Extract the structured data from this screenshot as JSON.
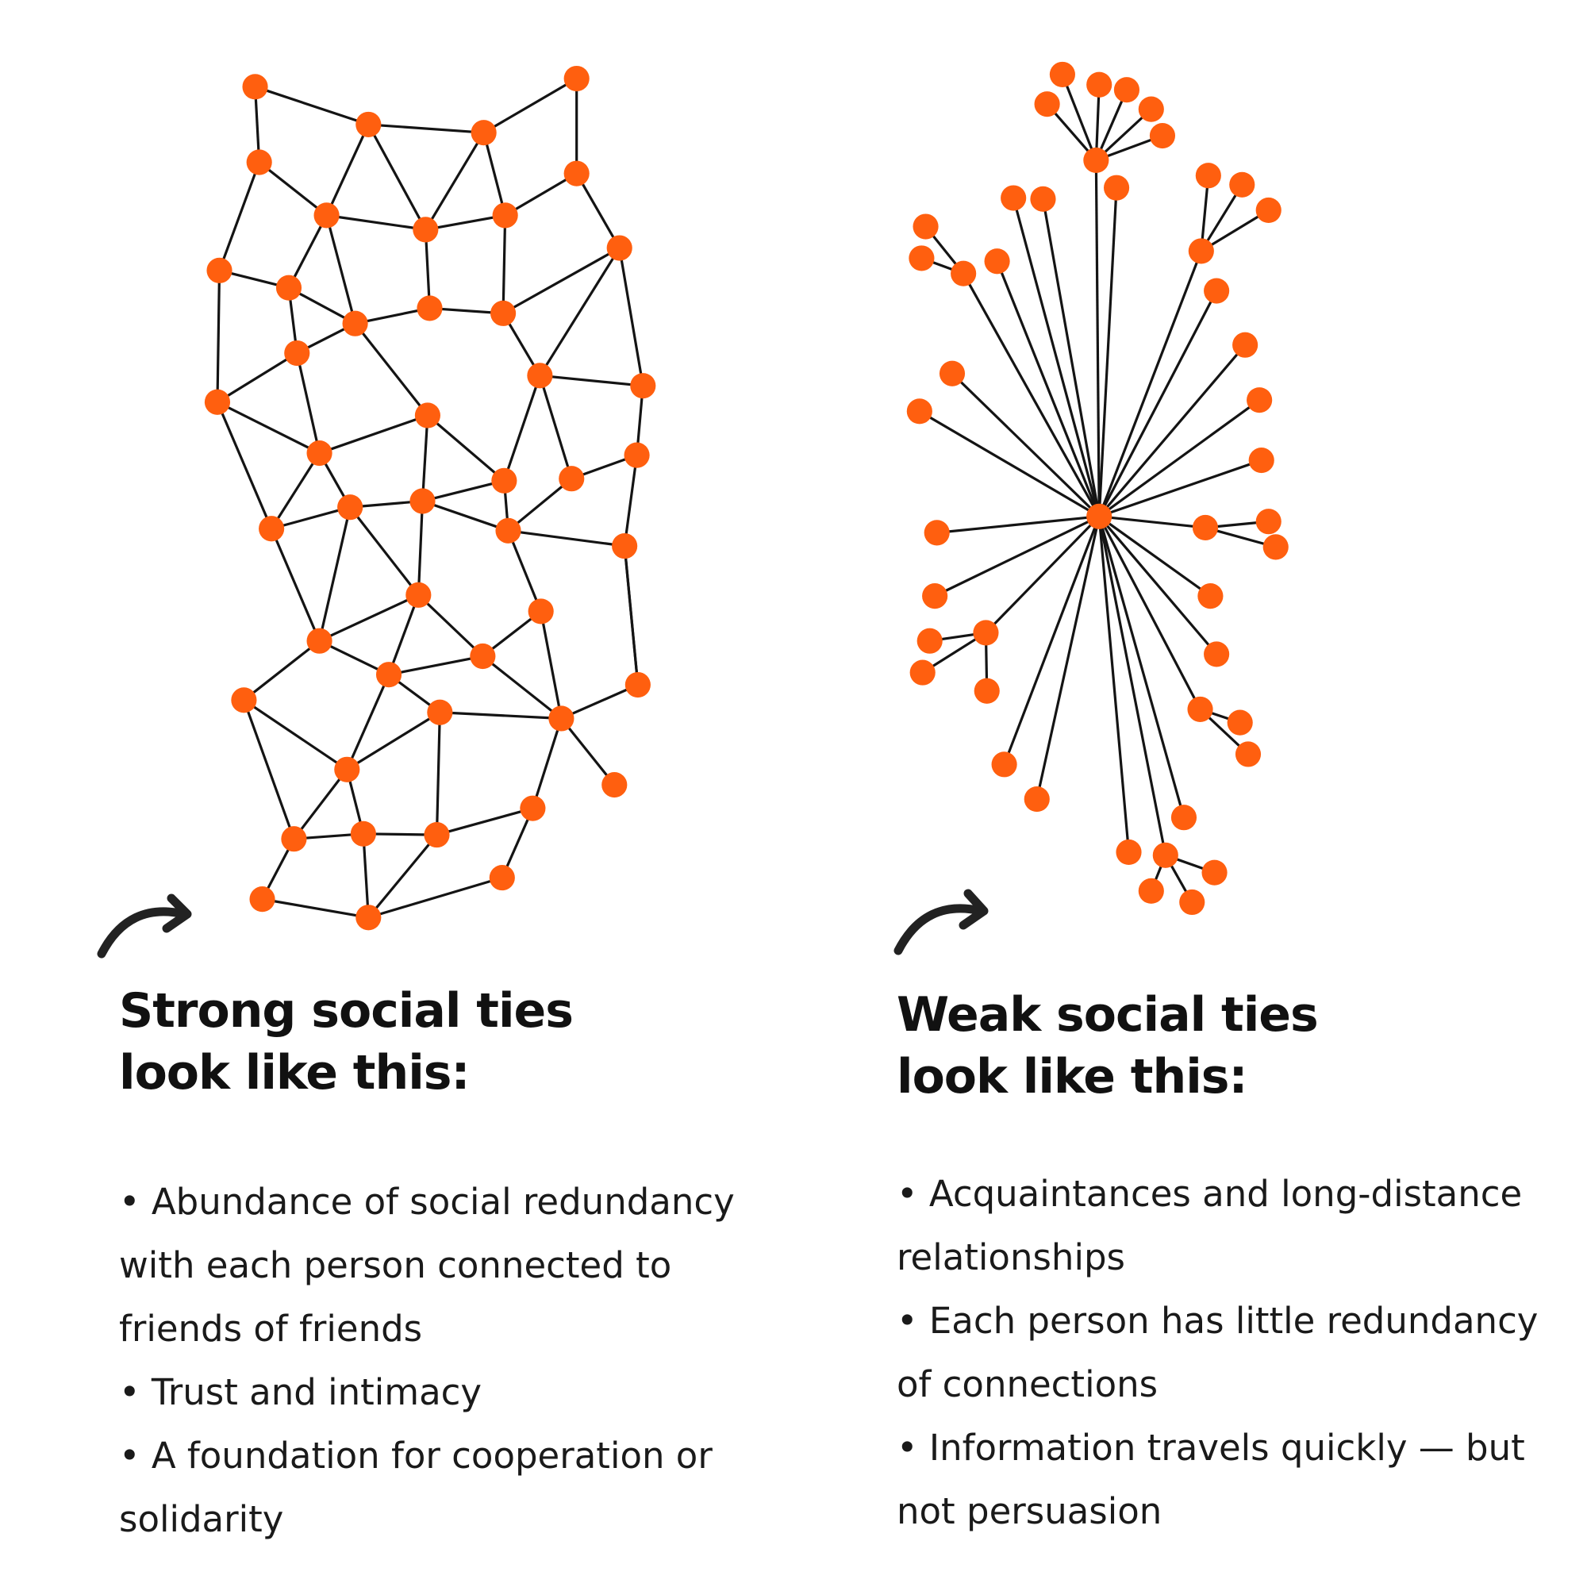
{
  "colors": {
    "node": "#ff5f0f",
    "edge": "#141414",
    "text": "#111111",
    "background": "#ffffff"
  },
  "icons": [
    "curved-arrow-icon"
  ],
  "strong": {
    "heading": [
      "Strong social ties",
      "look like this:"
    ],
    "bullets": [
      "• Abundance of social redundancy with each person connected to friends of friends",
      "• Trust and intimacy",
      "• A foundation for cooperation or solidarity"
    ]
  },
  "weak": {
    "heading": [
      "Weak social ties",
      "look like this:"
    ],
    "bullets": [
      "• Acquaintances and long-distance relationships",
      "• Each person has little redundancy of connections",
      "• Information travels quickly — but not persuasion"
    ]
  }
}
